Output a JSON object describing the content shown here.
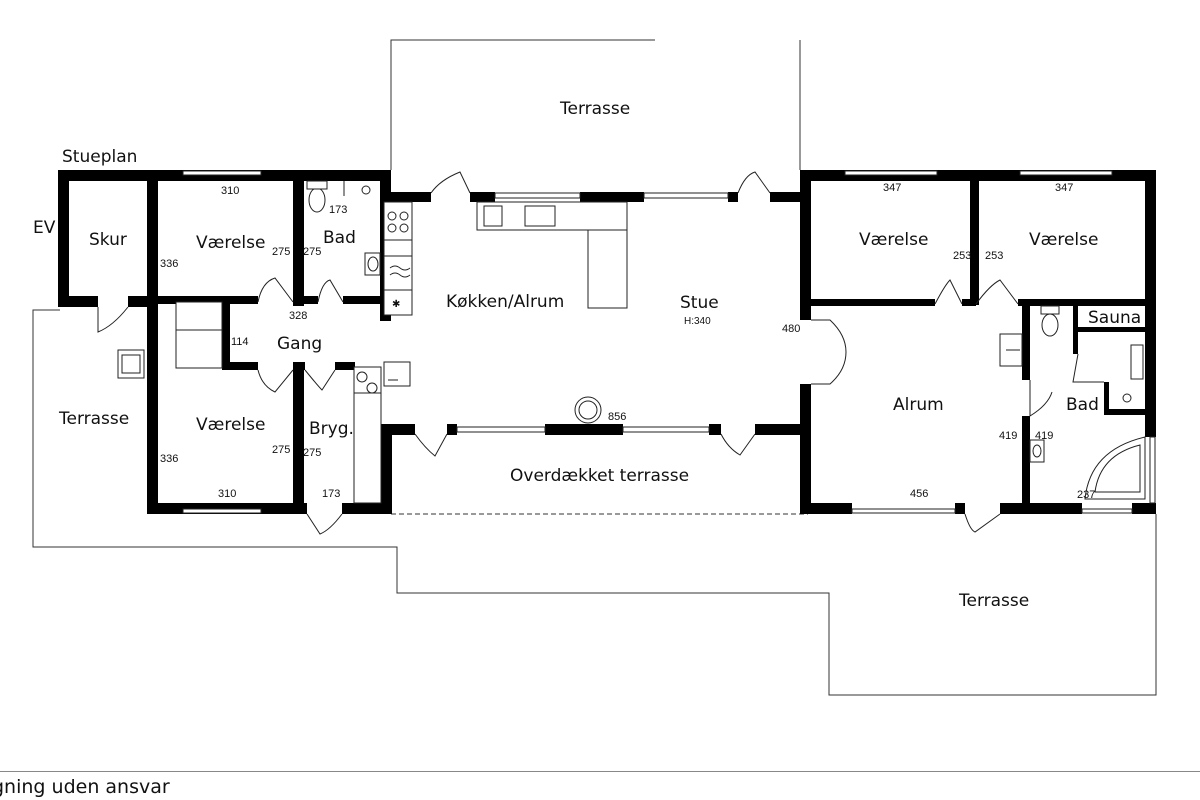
{
  "plan": {
    "title": "Stueplan",
    "ev_label": "EV",
    "rooms": {
      "terrasse_top": "Terrasse",
      "terrasse_left": "Terrasse",
      "terrasse_bottom_right": "Terrasse",
      "skur": "Skur",
      "vaerelse_1": "Værelse",
      "bad_1": "Bad",
      "kokken": "Køkken/Alrum",
      "stue": "Stue",
      "stue_height": "H:340",
      "vaerelse_2": "Værelse",
      "vaerelse_3": "Værelse",
      "sauna": "Sauna",
      "gang": "Gang",
      "vaerelse_4": "Værelse",
      "bryg": "Bryg.",
      "overdaekket": "Overdækket terrasse",
      "alrum": "Alrum",
      "bad_2": "Bad"
    },
    "dims": {
      "d310_top": "310",
      "d336_top": "336",
      "d275_a": "275",
      "d275_b": "275",
      "d173_bad": "173",
      "d328": "328",
      "d114": "114",
      "d336_bot": "336",
      "d275_c": "275",
      "d275_d": "275",
      "d310_bot": "310",
      "d173_bryg": "173",
      "d856": "856",
      "d480": "480",
      "d347_a": "347",
      "d347_b": "347",
      "d253_a": "253",
      "d253_b": "253",
      "d419_a": "419",
      "d419_b": "419",
      "d456": "456",
      "d237": "237"
    }
  },
  "footer": {
    "text": "gning uden ansvar"
  }
}
